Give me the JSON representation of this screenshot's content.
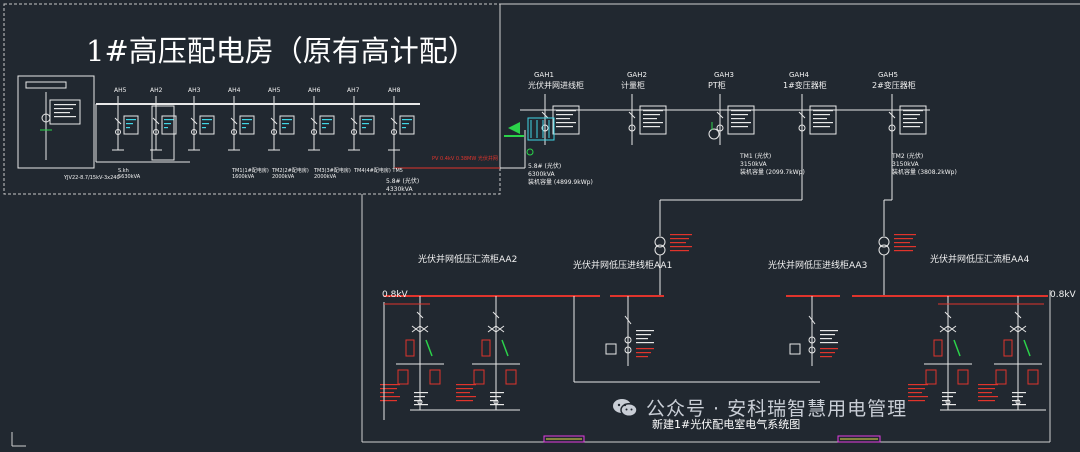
{
  "hv_room": {
    "title": "1#高压配电房（原有高计配）",
    "cabinets": [
      "AH5",
      "AH2",
      "AH3",
      "AH4",
      "AH5",
      "AH6",
      "AH7",
      "AH8"
    ],
    "loads": [
      "S.kh\n5630kVA",
      "TM1(1#配电房)\n1600kVA",
      "TM2(2#配电房)\n2000kVA",
      "TM3(3#配电房)\n2000kVA",
      "TM4(4#配电房) TM5"
    ],
    "line_note": "PV 0.4kV 0.38MW 光伏并网",
    "bottom_note": "5.8# (光伏)\n4330kVA",
    "left_note": "YJV22-8.7/15kV-3x240"
  },
  "hv_new": {
    "cabinets": [
      {
        "id": "GAH1",
        "name": "光伏并网进线柜"
      },
      {
        "id": "GAH2",
        "name": "计量柜"
      },
      {
        "id": "GAH3",
        "name": "PT柜"
      },
      {
        "id": "GAH4",
        "name": "1#变压器柜"
      },
      {
        "id": "GAH5",
        "name": "2#变压器柜"
      }
    ],
    "gah1_note": "5.8# (光伏)\n6300kVA\n装机容量 (4899.9kWp)",
    "tm1_note": "TM1 (光伏)\n3150kVA\n装机容量 (2099.7kWp)",
    "tm2_note": "TM2 (光伏)\n3150kVA\n装机容量 (3808.2kWp)"
  },
  "lv": {
    "cabinets": [
      "光伏并网低压汇流柜AA2",
      "光伏并网低压进线柜AA1",
      "光伏并网低压进线柜AA3",
      "光伏并网低压汇流柜AA4"
    ],
    "bus_voltage": "0.8kV"
  },
  "caption": "新建1#光伏配电室电气系统图",
  "watermark": "公众号 · 安科瑞智慧用电管理",
  "colors": {
    "bg": "#212830",
    "line": "#e8e8e8",
    "red": "#e0342c",
    "green": "#2bd34a",
    "cyan": "#41d6e6",
    "magenta": "#e23ce0",
    "yellow": "#e6e24a"
  }
}
